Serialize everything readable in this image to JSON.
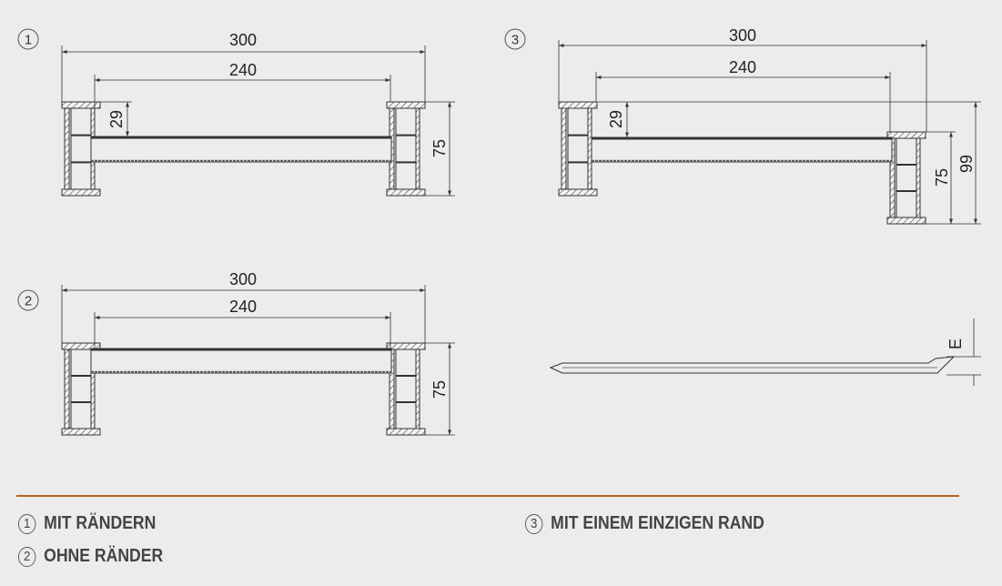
{
  "colors": {
    "background": "#ececec",
    "line": "#333333",
    "accent": "#b4651e"
  },
  "diagrams": [
    {
      "number": "1",
      "dim_total": "300",
      "dim_inner": "240",
      "dim_offset": "29",
      "dim_height": "75"
    },
    {
      "number": "2",
      "dim_total": "300",
      "dim_inner": "240",
      "dim_height": "75"
    },
    {
      "number": "3",
      "dim_total": "300",
      "dim_inner": "240",
      "dim_offset": "29",
      "dim_height": "75",
      "dim_total_height": "99"
    },
    {
      "dim_thickness": "E"
    }
  ],
  "legend": [
    {
      "number": "1",
      "label": "MIT RÄNDERN"
    },
    {
      "number": "2",
      "label": "OHNE RÄNDER"
    },
    {
      "number": "3",
      "label": "MIT EINEM EINZIGEN RAND"
    }
  ]
}
